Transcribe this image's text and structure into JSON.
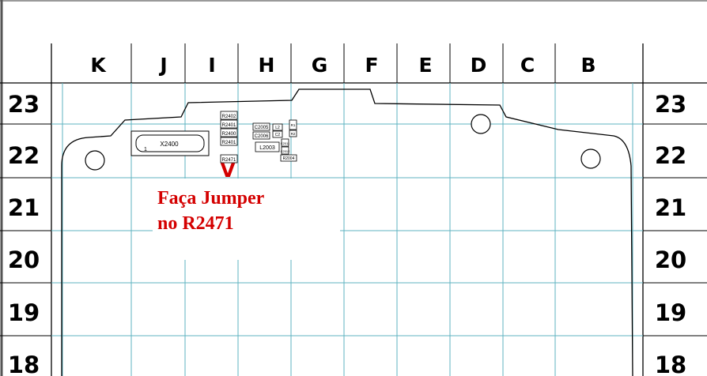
{
  "schematic": {
    "columns": [
      "K",
      "J",
      "I",
      "H",
      "G",
      "F",
      "E",
      "D",
      "C",
      "B"
    ],
    "rows": [
      "23",
      "22",
      "21",
      "20",
      "19",
      "18"
    ],
    "components": {
      "connector": "X2400",
      "connector_pin": "1",
      "resistors": [
        "R2402",
        "R2401",
        "R2400",
        "R2401"
      ],
      "target_resistor": "R2471",
      "caps": [
        "C2005",
        "C2006"
      ],
      "inductor": "L2003",
      "small_parts": [
        "L2",
        "C2",
        "R1",
        "R2",
        "C2011",
        "C2012",
        "R2004"
      ]
    },
    "marker": "V",
    "note": {
      "line1": "Faça Jumper",
      "line2": "no R2471",
      "color": "#d40000"
    },
    "colors": {
      "grid": "#5fb3c0",
      "outline": "#000000",
      "note": "#d40000"
    }
  }
}
